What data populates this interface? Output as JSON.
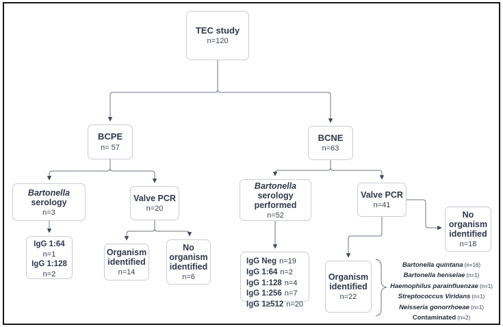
{
  "colors": {
    "text": "#30374a",
    "box_border": "#c8ccd4",
    "connector_line": "#6e7480",
    "arrowhead": "#3f4757",
    "background": "#ffffff",
    "outer_border": "#151515"
  },
  "nodes": {
    "tec_study": {
      "title": "TEC study",
      "count": "n=120"
    },
    "bcpe": {
      "title": "BCPE",
      "count": "n= 57"
    },
    "bcne": {
      "title": "BCNE",
      "count": "n=63"
    },
    "bartonella_serology": {
      "title_italic": "Bartonella",
      "title": "serology",
      "count": "n=3"
    },
    "igg_left": {
      "rows": [
        {
          "label": "IgG 1:64",
          "value": "n=1"
        },
        {
          "label": "IgG 1:128",
          "value": "n=2"
        }
      ]
    },
    "valve_pcr_left": {
      "title": "Valve PCR",
      "count": "n=20"
    },
    "organism_identified_left": {
      "title": "Organism identified",
      "count": "n=14"
    },
    "no_organism_left": {
      "title": "No organism identified",
      "count": "n=6"
    },
    "bartonella_serology_performed": {
      "title_italic": "Bartonella",
      "title": "serology performed",
      "count": "n=52"
    },
    "igg_right": {
      "rows": [
        {
          "label": "IgG Neg",
          "value": "n=19"
        },
        {
          "label": "IgG 1:64",
          "value": "n=2"
        },
        {
          "label": "IgG 1:128",
          "value": "n=4"
        },
        {
          "label": "IgG 1:256",
          "value": "n=7"
        },
        {
          "label": "IgG 1≥512",
          "value": "n=20"
        }
      ]
    },
    "valve_pcr_right": {
      "title": "Valve PCR",
      "count": "n=41"
    },
    "organism_identified_right": {
      "title": "Organism identified",
      "count": "n=22"
    },
    "no_organism_right": {
      "title": "No organism identified",
      "count": "n=18"
    }
  },
  "organism_list": [
    {
      "name": "Bartonella quintana",
      "count": "(n=16)"
    },
    {
      "name": "Bartonella henselae",
      "count": "(n=1)"
    },
    {
      "name": "Haemophilus parainfluenzae",
      "count": "(n=1)"
    },
    {
      "name": "Streptococcus Viridans",
      "count": "(n=1)"
    },
    {
      "name": "Neisseria gonorrhoeae",
      "count": "(n=1)"
    },
    {
      "name": "Contaminated",
      "count": "(n=2)"
    }
  ]
}
